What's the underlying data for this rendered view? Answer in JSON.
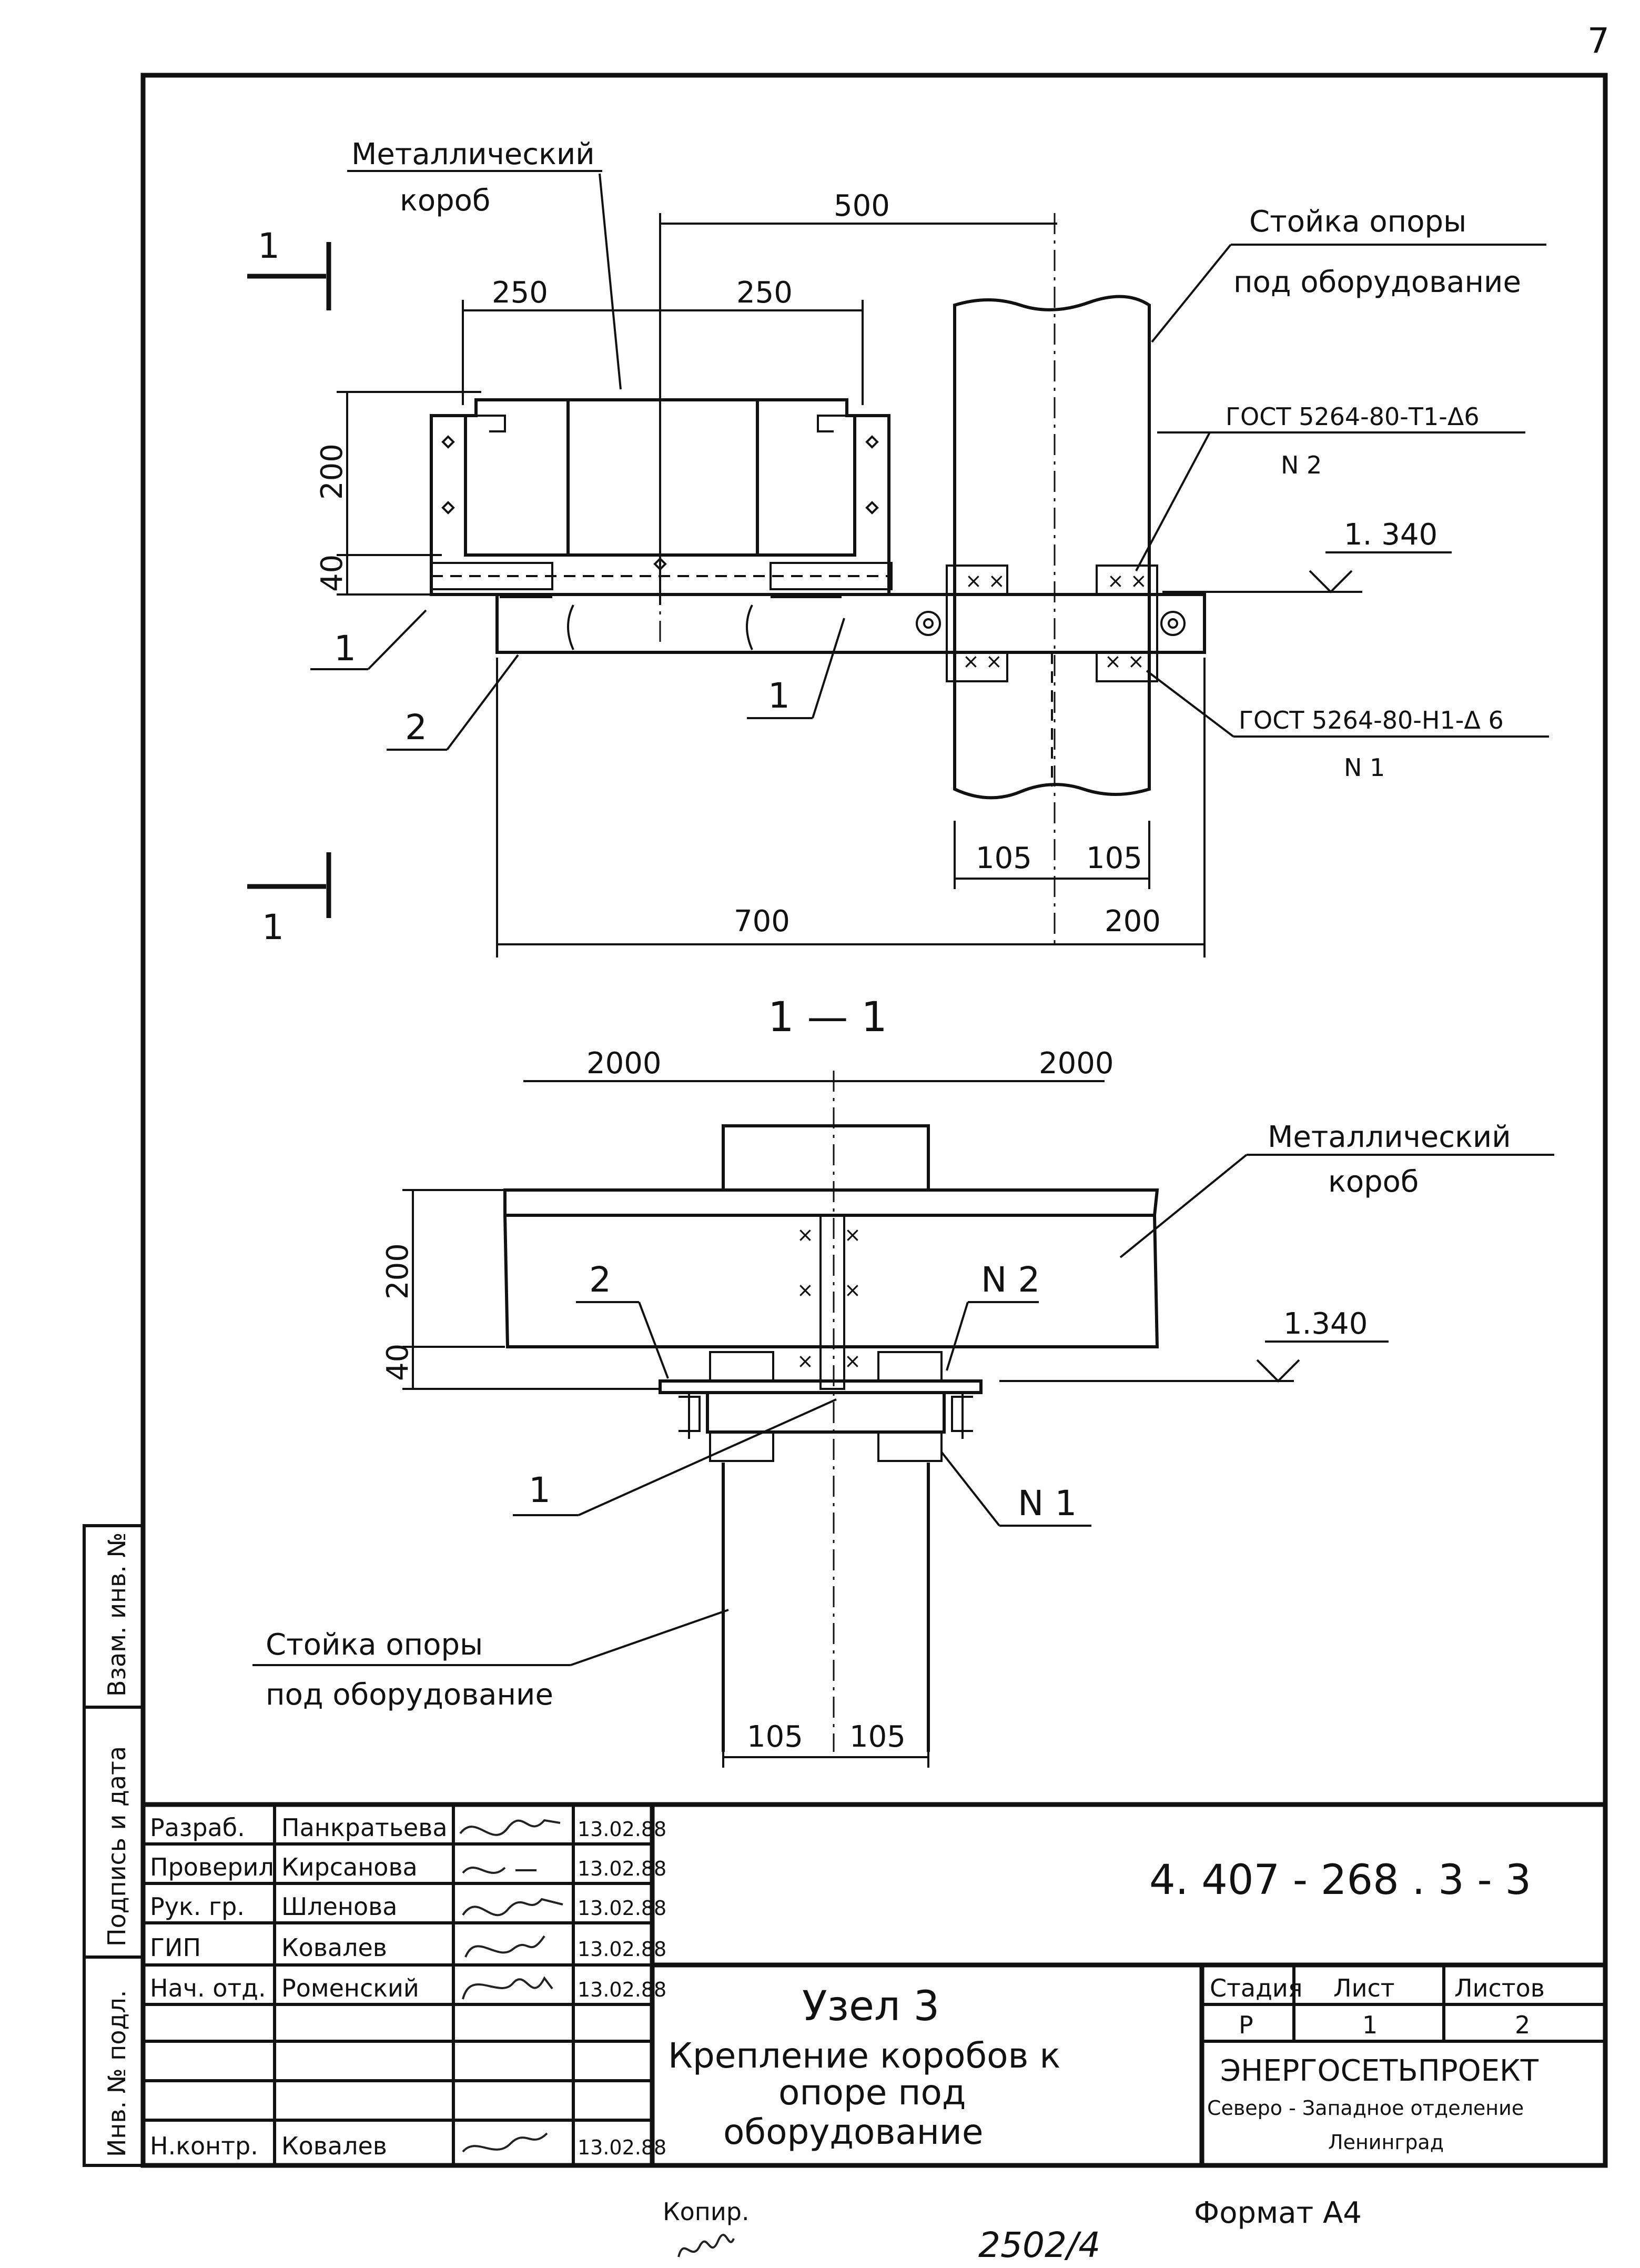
{
  "page_number": "7",
  "drawing_plan": {
    "box_label_line1": "Металлический",
    "box_label_line2": "короб",
    "dim_top": "500",
    "dim_left": "250",
    "dim_right": "250",
    "dim_height_200": "200",
    "dim_height_40": "40",
    "post_label_line1": "Стойка опоры",
    "post_label_line2": "под оборудование",
    "weld_t1": "ГОСТ 5264-80-Т1-Δ6",
    "weld_t1_no": "N 2",
    "weld_h1": "ГОСТ 5264-80-Н1-Δ 6",
    "weld_h1_no": "N 1",
    "level": "1. 340",
    "pos1_left": "1",
    "pos1_mid": "1",
    "pos2": "2",
    "dim_105_left": "105",
    "dim_105_right": "105",
    "dim_700": "700",
    "dim_200_bottom": "200",
    "section_mark": "1",
    "section_mark_bottom": "1"
  },
  "drawing_section": {
    "title": "1 — 1",
    "dim_2000_left": "2000",
    "dim_2000_right": "2000",
    "box_label_line1": "Металлический",
    "box_label_line2": "короб",
    "dim_200": "200",
    "dim_40": "40",
    "pos2": "2",
    "weld_n2": "N 2",
    "level": "1.340",
    "pos1": "1",
    "weld_n1": "N 1",
    "post_label_line1": "Стойка опоры",
    "post_label_line2": "под оборудование",
    "dim_105_left": "105",
    "dim_105_right": "105"
  },
  "side_stamp": {
    "field_1": "Взам. инв. №",
    "field_2": "Подпись и дата",
    "field_3": "Инв. № подл."
  },
  "title_block": {
    "doc_code": "4. 407 - 268 . 3 - 3",
    "rows": [
      {
        "role": "Разраб.",
        "name": "Панкратьева",
        "date": "13.02.88"
      },
      {
        "role": "Проверил",
        "name": "Кирсанова",
        "date": "13.02.88"
      },
      {
        "role": "Рук. гр.",
        "name": "Шленова",
        "date": "13.02.88"
      },
      {
        "role": "ГИП",
        "name": "Ковалев",
        "date": "13.02.88"
      },
      {
        "role": "Нач. отд.",
        "name": "Роменский",
        "date": "13.02.88"
      },
      {
        "role": "",
        "name": "",
        "date": ""
      },
      {
        "role": "",
        "name": "",
        "date": ""
      },
      {
        "role": "Н.контр.",
        "name": "Ковалев",
        "date": "13.02.88"
      }
    ],
    "title_line1": "Узел 3",
    "title_line2": "Крепление коробов к",
    "title_line3": "опоре под",
    "title_line4": "оборудование",
    "stage_header": "Стадия",
    "sheet_header": "Лист",
    "sheets_header": "Листов",
    "stage": "Р",
    "sheet": "1",
    "sheets": "2",
    "org_line1": "ЭНЕРГОСЕТЬПРОЕКТ",
    "org_line2": "Северо - Западное отделение",
    "org_line3": "Ленинград"
  },
  "footer": {
    "copied": "Копир.",
    "format": "Формат А4",
    "number": "2502/4"
  }
}
